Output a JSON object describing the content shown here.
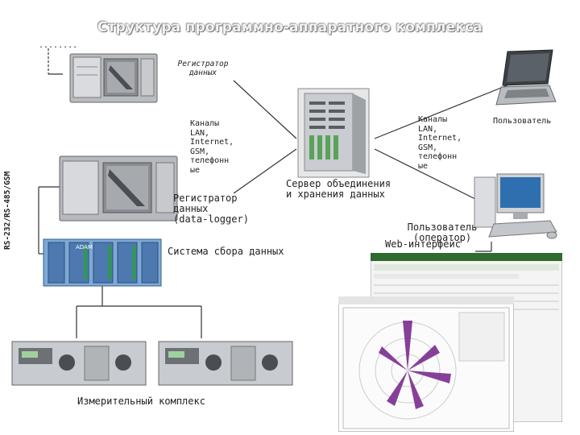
{
  "title": "Структура программно-аппаратного комплекса",
  "labels": {
    "dots": "........",
    "registrar_top": "Регистратор данных",
    "channels_left": [
      "Каналы",
      "LAN,",
      "Internet,",
      "GSM,",
      "телефонн",
      "ые"
    ],
    "channels_right": [
      "Каналы",
      "LAN,",
      "Internet,",
      "GSM,",
      "телефонн",
      "ые"
    ],
    "server": [
      "Сервер объединения",
      "и хранения данных"
    ],
    "registrar_logger": [
      "Регистратор",
      "данных",
      "(data-logger)"
    ],
    "user_top": "Пользователь",
    "user_operator": [
      "Пользователь",
      "(оператор)"
    ],
    "web": "Web-интерфейс",
    "daq": "Система сбора данных",
    "vertical": "RS-232/RS-485/GSM",
    "measuring": "Измерительный комплекс"
  },
  "icons": [
    "industrial-pc-icon",
    "server-tower-icon",
    "laptop-icon",
    "desktop-workstation-icon",
    "daq-module-icon",
    "measuring-rack-icon",
    "web-screenshot-icon"
  ],
  "colors": {
    "title": "#f2f2f2",
    "line": "#444444",
    "screen_purple": "#7b2c8f"
  }
}
